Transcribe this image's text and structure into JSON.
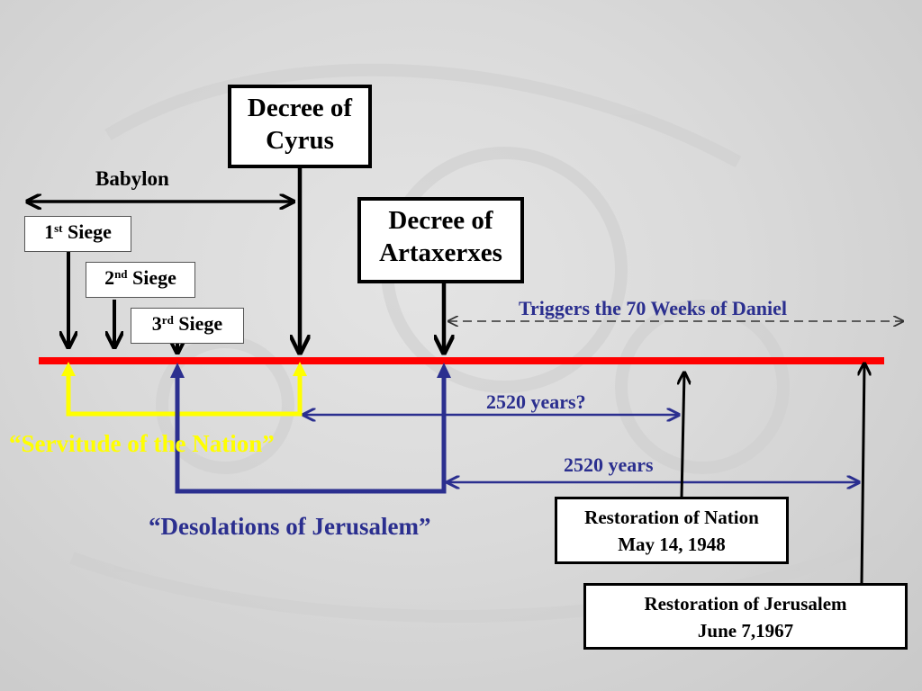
{
  "boxes": {
    "cyrus": {
      "line1": "Decree of",
      "line2": "Cyrus"
    },
    "artaxerxes": {
      "line1": "Decree of",
      "line2": "Artaxerxes"
    },
    "siege1": {
      "num": "1",
      "sup": "st",
      "word": "Siege"
    },
    "siege2": {
      "num": "2",
      "sup": "nd",
      "word": "Siege"
    },
    "siege3": {
      "num": "3",
      "sup": "rd",
      "word": "Siege"
    },
    "restoration_nation": {
      "line1": "Restoration of Nation",
      "line2": "May 14, 1948"
    },
    "restoration_jerusalem": {
      "line1": "Restoration of Jerusalem",
      "line2": "June 7,1967"
    }
  },
  "labels": {
    "babylon": "Babylon",
    "triggers": "Triggers the 70 Weeks of Daniel",
    "years_question": "2520 years?",
    "years": "2520 years",
    "servitude": "“Servitude of the Nation”",
    "desolations": "“Desolations of Jerusalem”"
  },
  "colors": {
    "timeline": "#ff0000",
    "servitude": "#ffff00",
    "desolations": "#2b2f8f",
    "arrows": "#000000"
  }
}
